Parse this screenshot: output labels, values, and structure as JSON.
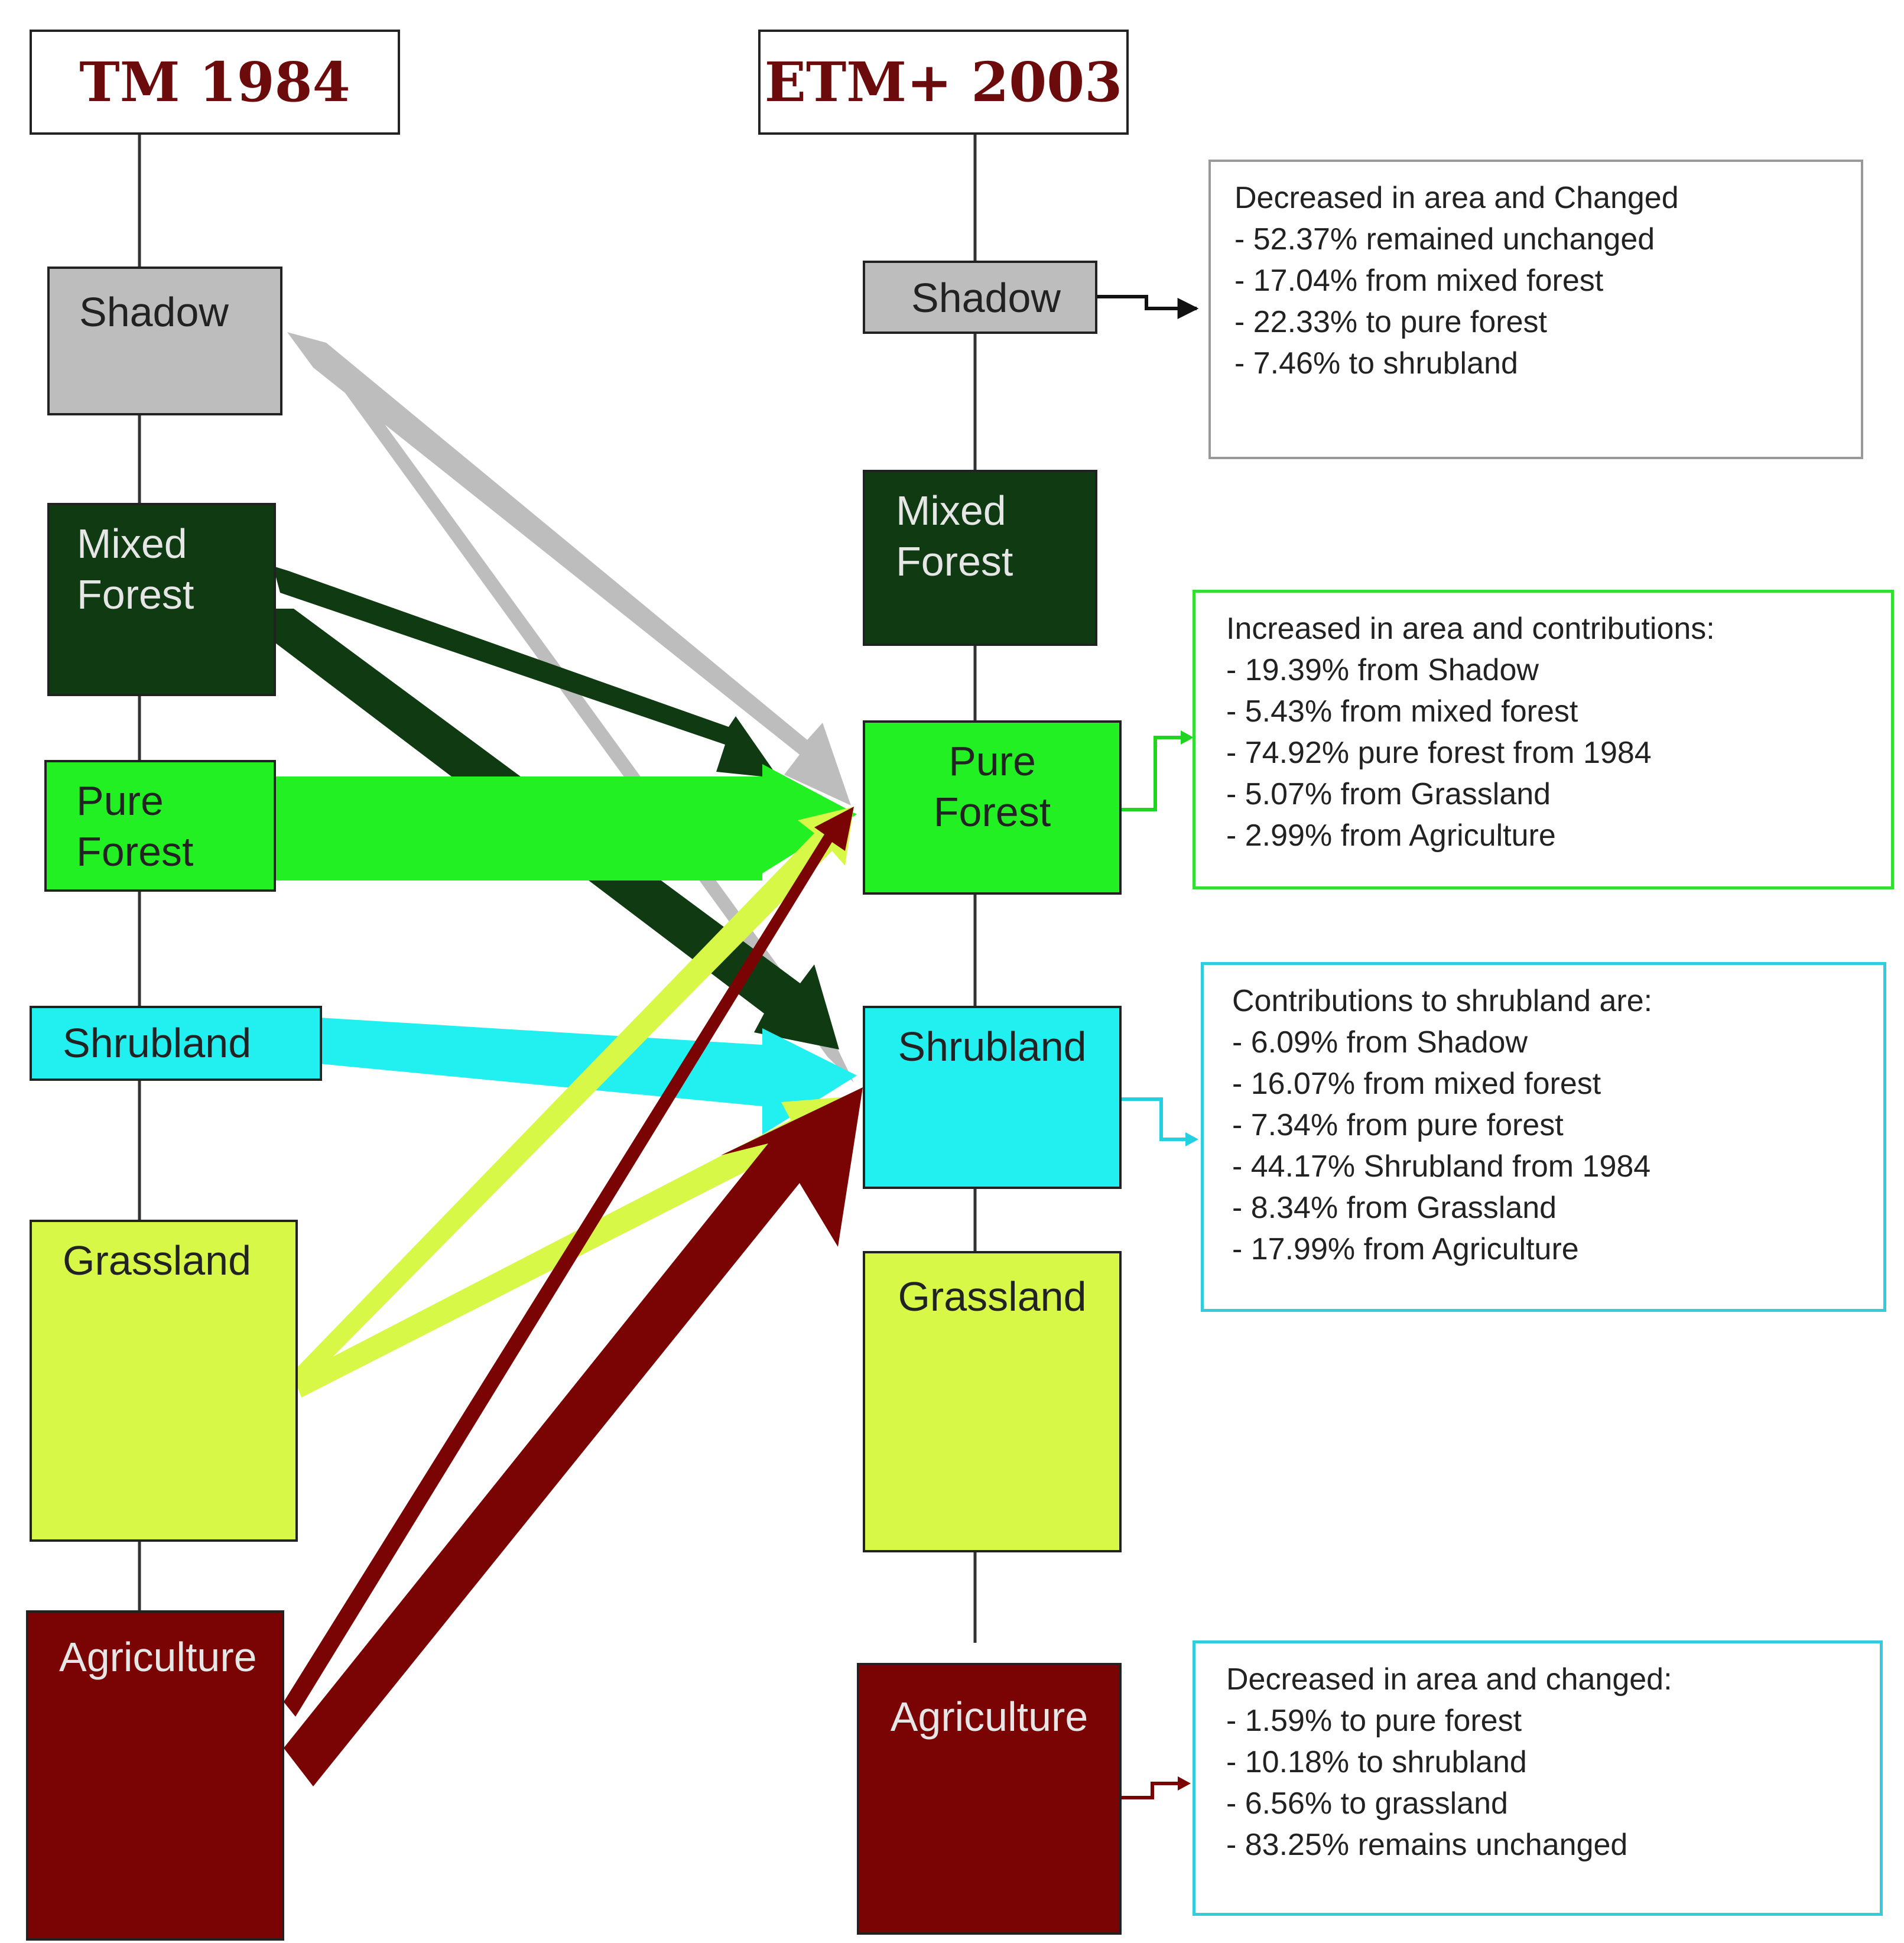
{
  "headers": {
    "left": "TM 1984",
    "right": "ETM+ 2003"
  },
  "classes_1984": {
    "shadow": "Shadow",
    "mixed_forest": "Mixed\nForest",
    "pure_forest": "Pure\nForest",
    "shrubland": "Shrubland",
    "grassland": "Grassland",
    "agriculture": "Agriculture"
  },
  "classes_2003": {
    "shadow": "Shadow",
    "mixed_forest": "Mixed\nForest",
    "pure_forest": "Pure\nForest",
    "shrubland": "Shrubland",
    "grassland": "Grassland",
    "agriculture": "Agriculture"
  },
  "notes": {
    "shadow": [
      "Decreased in area and Changed",
      "- 52.37% remained unchanged",
      "- 17.04% from mixed forest",
      "- 22.33% to pure forest",
      "- 7.46% to shrubland"
    ],
    "pure_forest": [
      "Increased in area and contributions:",
      "- 19.39% from Shadow",
      "- 5.43% from mixed forest",
      "- 74.92% pure forest from 1984",
      "- 5.07% from Grassland",
      "- 2.99% from Agriculture"
    ],
    "shrubland": [
      "Contributions to shrubland are:",
      "- 6.09% from Shadow",
      "- 16.07% from mixed forest",
      "- 7.34% from pure forest",
      "- 44.17% Shrubland from 1984",
      "- 8.34% from Grassland",
      "- 17.99% from Agriculture"
    ],
    "agriculture": [
      "Decreased in area and changed:",
      "- 1.59% to pure forest",
      "- 10.18% to shrubland",
      "- 6.56% to grassland",
      "- 83.25% remains unchanged"
    ]
  },
  "colors": {
    "shadow": "#bdbdbd",
    "mixed_forest": "#0f3a12",
    "pure_forest": "#22f022",
    "shrubland": "#22f0f0",
    "grassland": "#d8f848",
    "agriculture": "#7a0404",
    "title_text": "#6b0b0b"
  }
}
